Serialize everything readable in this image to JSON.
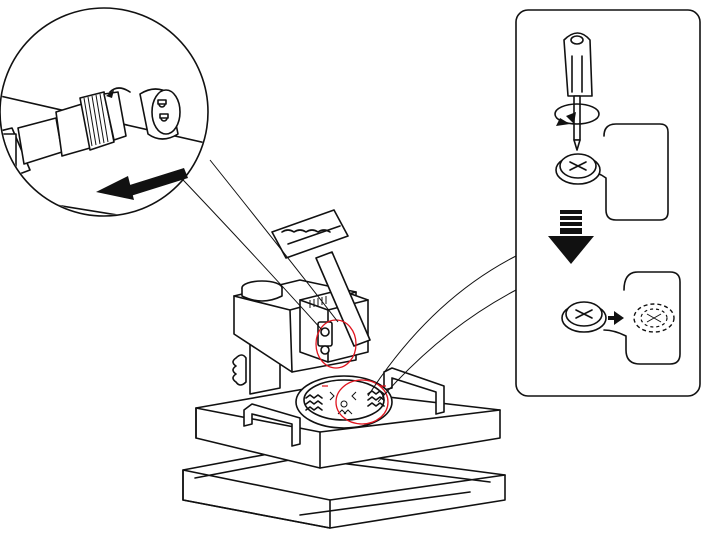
{
  "figure": {
    "kind": "assembly-illustration",
    "subject": "heat-press-machine",
    "colors": {
      "line": "#111111",
      "highlight": "#e0141e",
      "background": "#ffffff"
    },
    "callouts": [
      {
        "id": "connector-callout",
        "shape": "circle",
        "shows": "cable-plug-unscrew-and-pull"
      },
      {
        "id": "screw-callout",
        "shape": "rounded-rect",
        "shows": "remove-screw-from-plate"
      }
    ],
    "icons": [
      "screwdriver-icon",
      "rotate-arrow-icon",
      "down-arrow-icon",
      "pull-arrow-icon",
      "right-arrow-icon"
    ]
  }
}
